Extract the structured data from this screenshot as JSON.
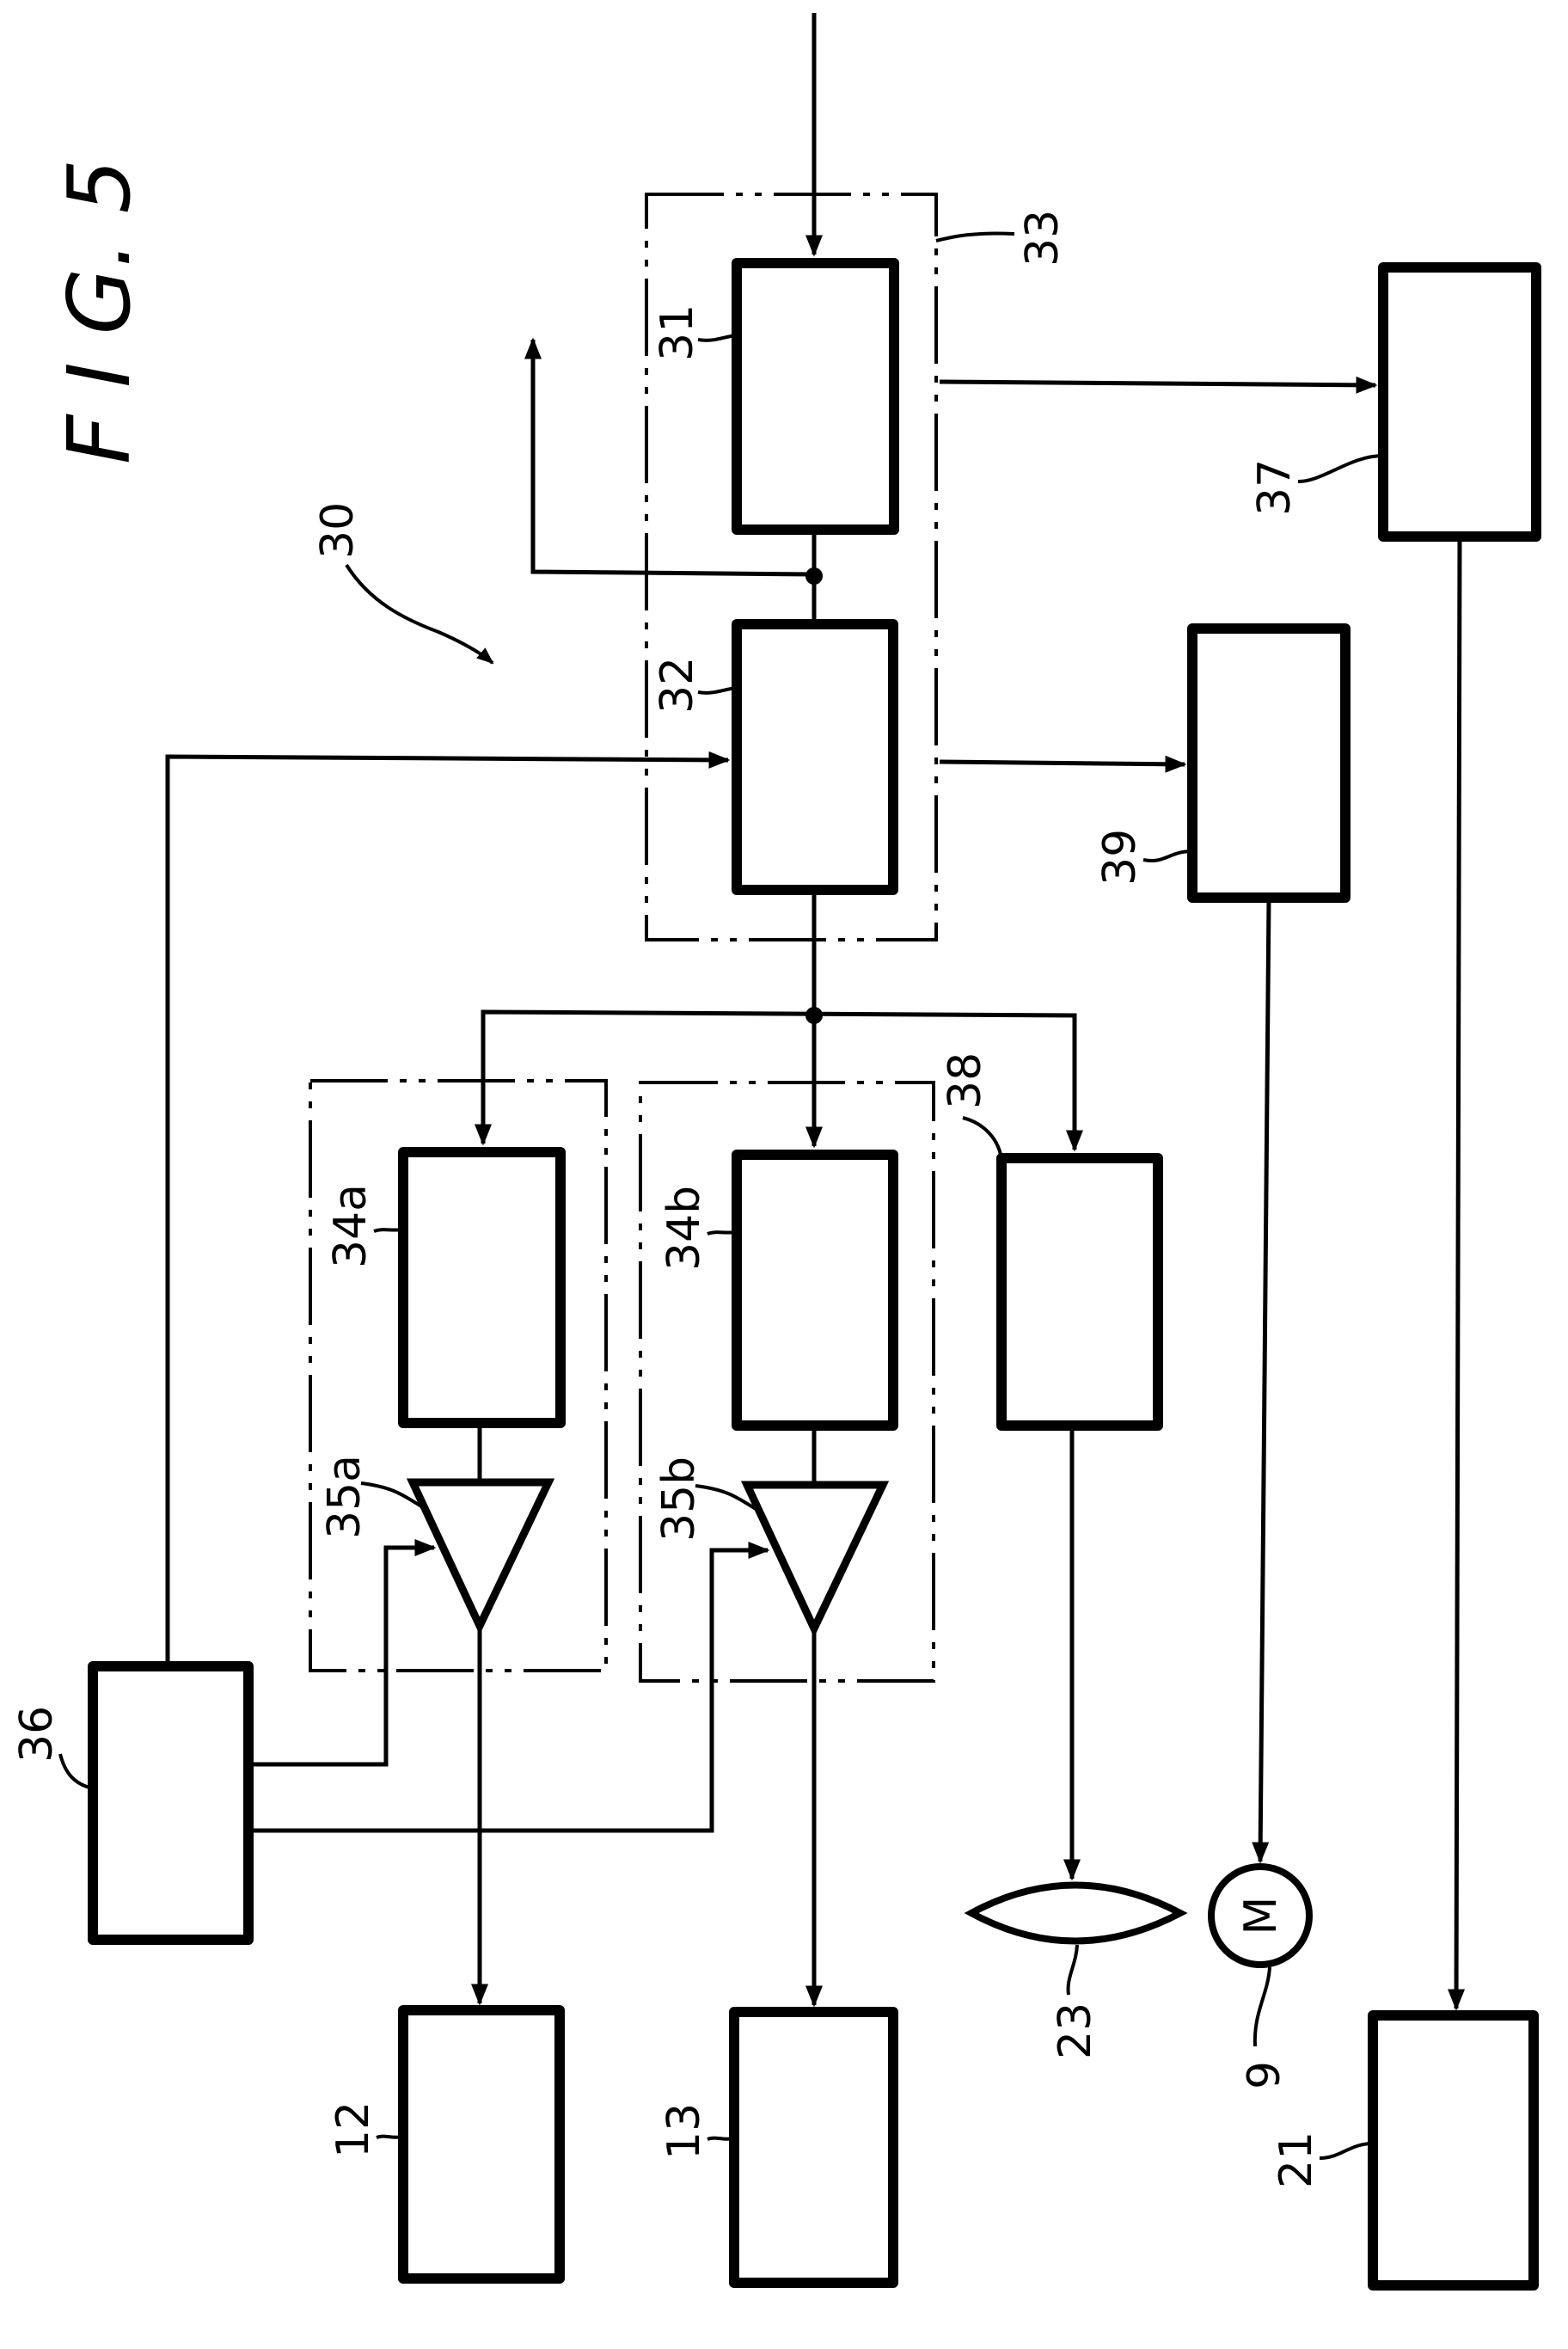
{
  "figure": {
    "title": "F I G. 5",
    "system_label": "30"
  },
  "blocks": {
    "b31": "31",
    "b32": "32",
    "g33": "33",
    "b34a": "34a",
    "b34b": "34b",
    "a35a": "35a",
    "a35b": "35b",
    "b36": "36",
    "b37": "37",
    "b38": "38",
    "b39": "39",
    "b12": "12",
    "b13": "13",
    "b21": "21",
    "lens23": "23",
    "motor9": "9",
    "motor_symbol": "M"
  }
}
